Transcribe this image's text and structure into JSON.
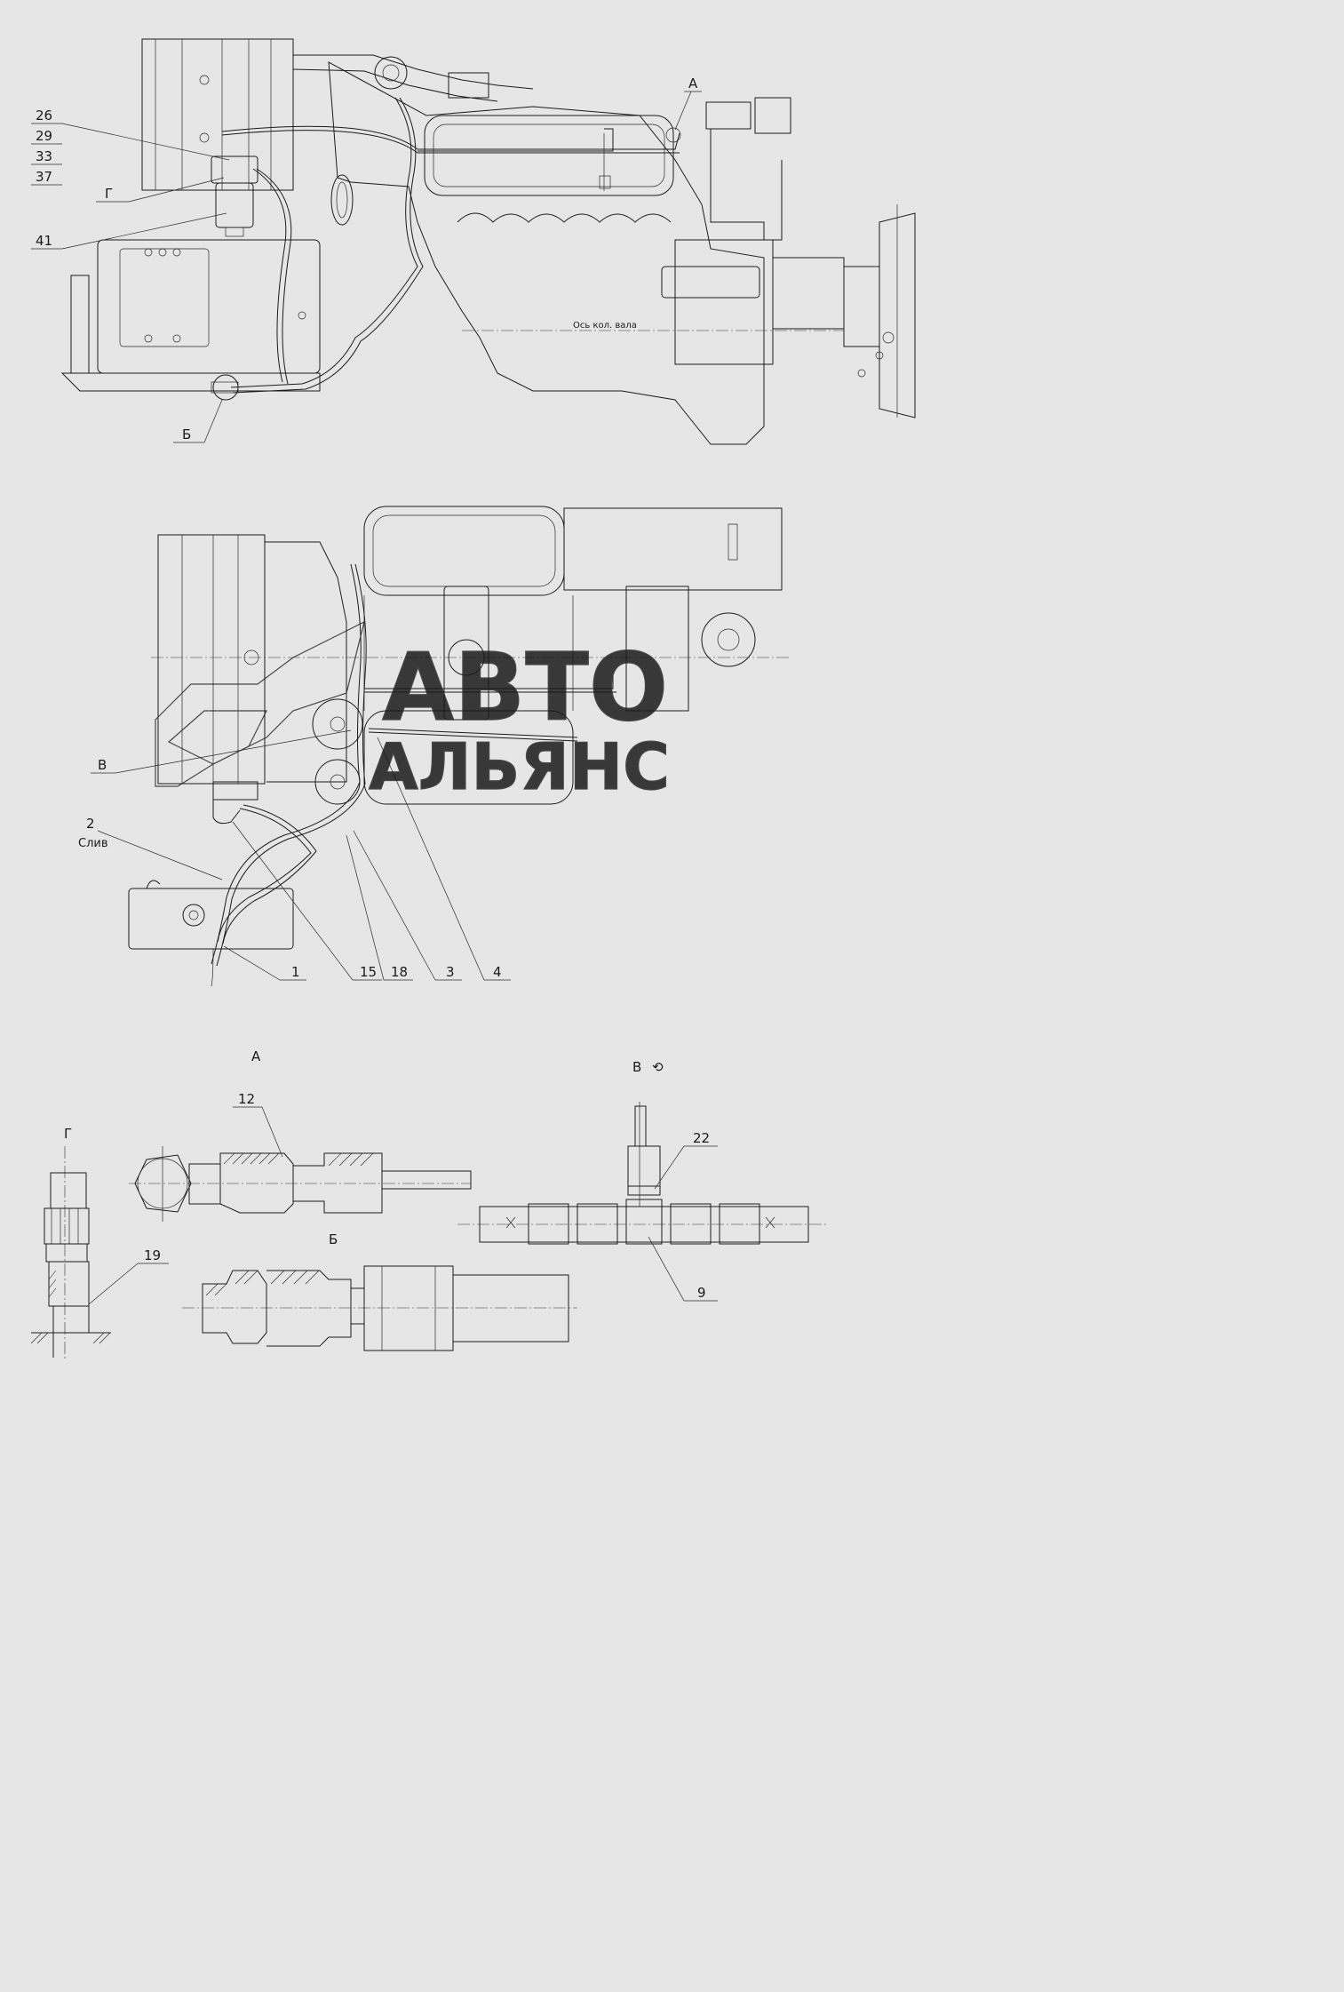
{
  "callouts_top": {
    "stack": [
      "26",
      "29",
      "33",
      "37"
    ],
    "g": "Г",
    "n41": "41",
    "a": "А",
    "b": "Б",
    "axis": "Ось кол. вала"
  },
  "callouts_mid": {
    "v": "В",
    "n2": "2",
    "drain": "Слив",
    "n1": "1",
    "n15": "15",
    "n18": "18",
    "n3": "3",
    "n4": "4"
  },
  "details": {
    "view_a": "А",
    "n12": "12",
    "view_v": "В",
    "view_v_rot": "⟲",
    "n22": "22",
    "n9": "9",
    "view_g": "Г",
    "n19": "19",
    "view_b": "Б"
  },
  "watermark": {
    "line1": "АВТО",
    "line2": "АЛЬЯНС"
  }
}
